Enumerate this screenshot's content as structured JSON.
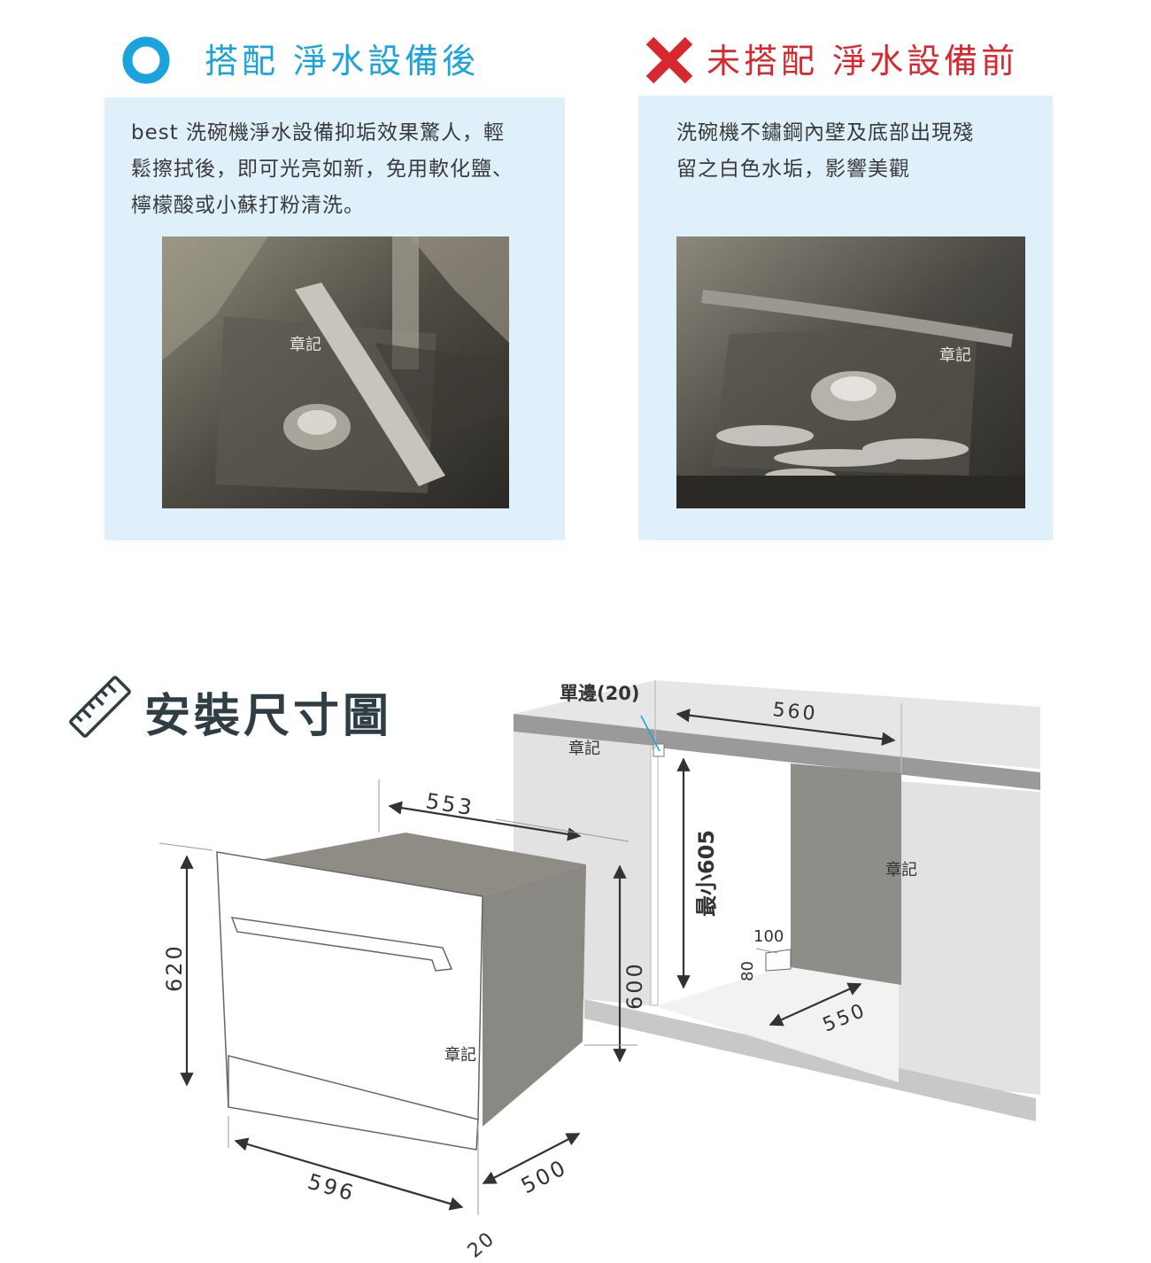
{
  "comparison": {
    "after": {
      "heading": "搭配 淨水設備後",
      "description_lines": [
        "best 洗碗機淨水設備抑垢效果驚人，輕",
        "鬆擦拭後，即可光亮如新，免用軟化鹽、",
        "檸檬酸或小蘇打粉清洗。"
      ],
      "photo_watermark": "章記"
    },
    "before": {
      "heading": "未搭配 淨水設備前",
      "description_lines": [
        "洗碗機不鏽鋼內壁及底部出現殘",
        "留之白色水垢，影響美觀"
      ],
      "photo_watermark": "章記"
    }
  },
  "install": {
    "title": "安裝尺寸圖",
    "machine": {
      "width": "596",
      "height": "620",
      "top_depth": "553",
      "side_height": "600",
      "depth": "500",
      "door_offset": "20",
      "watermark": "章記"
    },
    "cabinet": {
      "side_gap_label": "單邊(20)",
      "opening_width": "560",
      "min_height": "最小605",
      "floor_depth": "550",
      "notch_width": "100",
      "notch_height": "80",
      "watermark_top": "章記",
      "watermark_side": "章記"
    }
  },
  "colors": {
    "good": "#1aa3dd",
    "bad": "#d8282f",
    "panel_bg": "#dff0fb"
  }
}
